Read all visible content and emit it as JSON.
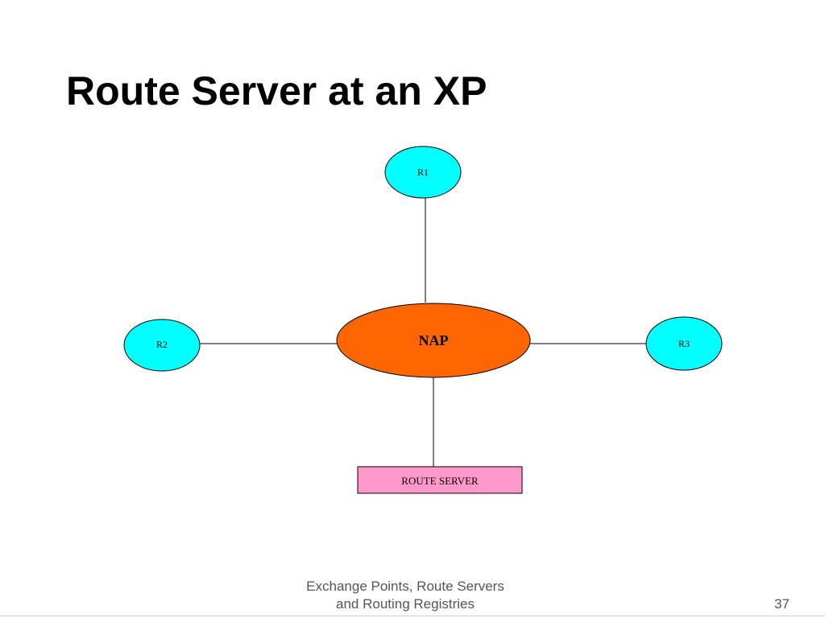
{
  "slide": {
    "title": "Route Server at an XP",
    "footer_line1": "Exchange Points, Route Servers",
    "footer_line2": "and Routing Registries",
    "page_number": "37"
  },
  "diagram": {
    "nodes": {
      "r1": {
        "label": "R1",
        "fill": "#00FFFF"
      },
      "r2": {
        "label": "R2",
        "fill": "#00FFFF"
      },
      "r3": {
        "label": "R3",
        "fill": "#00FFFF"
      },
      "nap": {
        "label": "NAP",
        "fill": "#FF6600"
      },
      "route_server": {
        "label": "ROUTE SERVER",
        "fill": "#FF99CC"
      }
    },
    "edges": [
      {
        "from": "R1",
        "to": "NAP"
      },
      {
        "from": "R2",
        "to": "NAP"
      },
      {
        "from": "R3",
        "to": "NAP"
      },
      {
        "from": "NAP",
        "to": "ROUTE SERVER"
      }
    ]
  }
}
